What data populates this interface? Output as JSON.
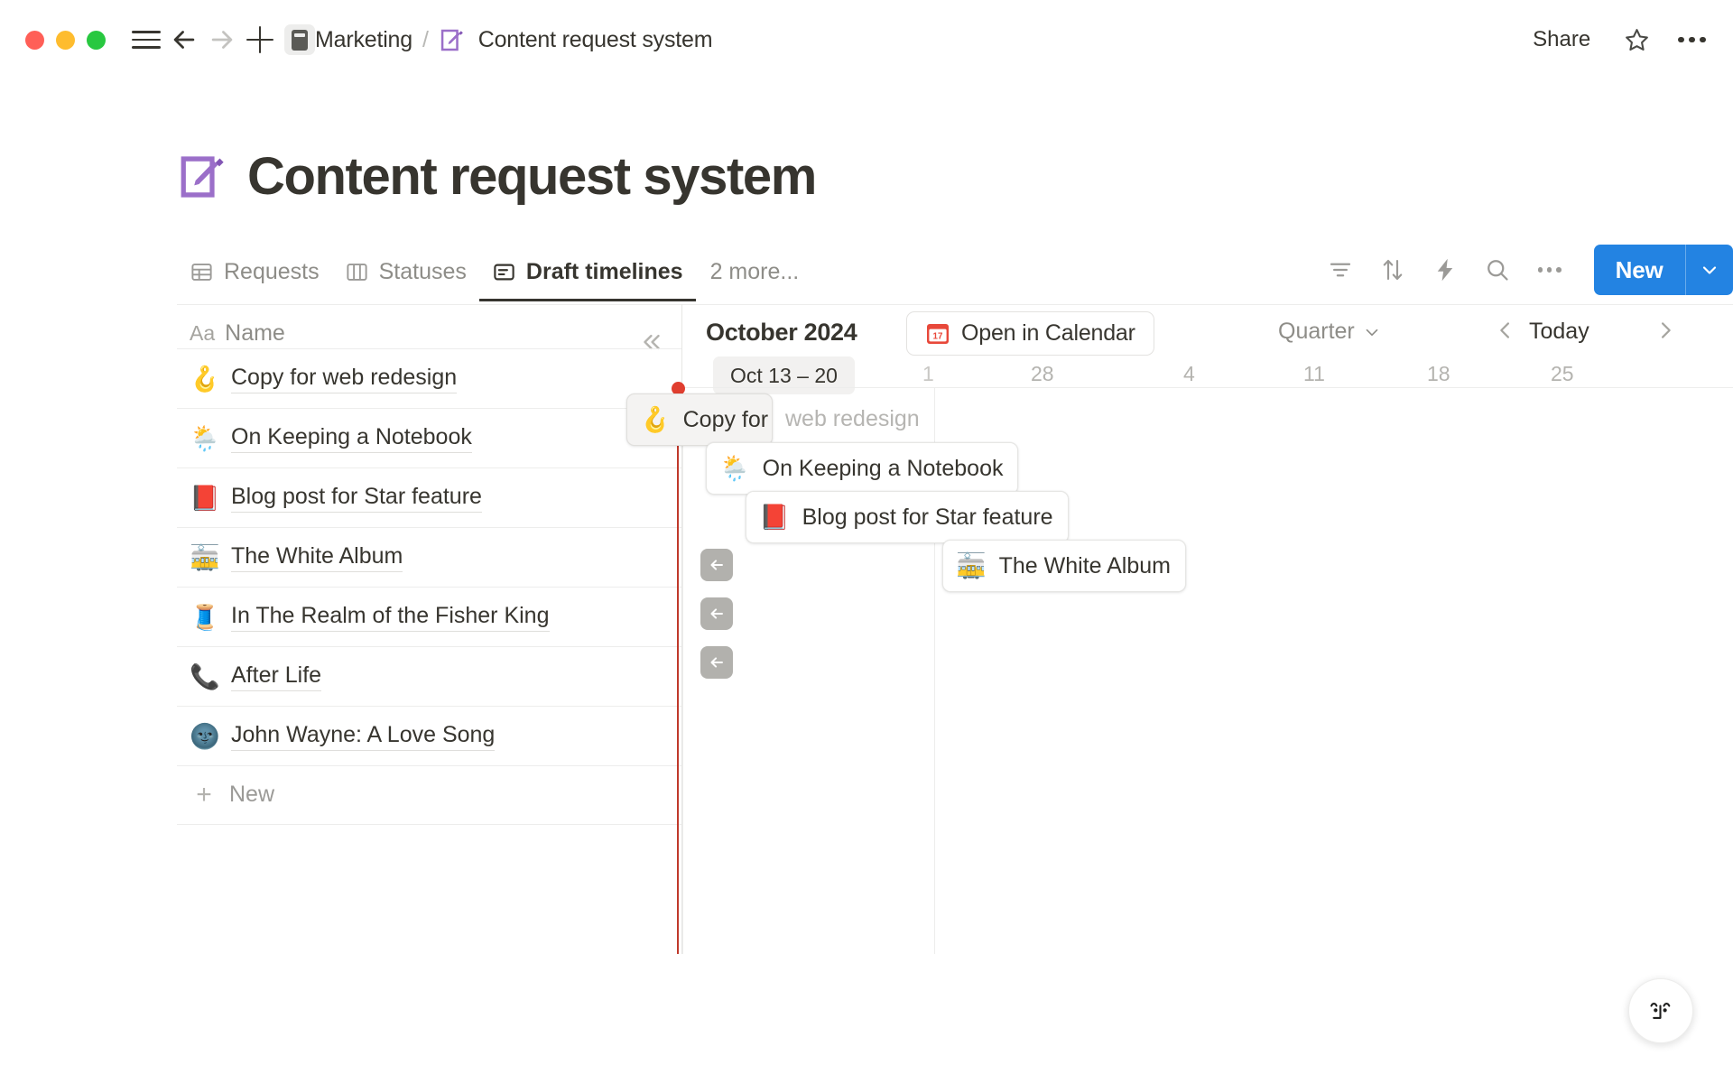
{
  "window": {
    "traffic_lights": [
      "close",
      "minimize",
      "zoom"
    ],
    "breadcrumb": {
      "workspace": "Marketing",
      "separator": "/",
      "page": "Content request system"
    },
    "share_label": "Share"
  },
  "page": {
    "title": "Content request system",
    "emoji": "memo"
  },
  "tabs": {
    "items": [
      {
        "label": "Requests",
        "icon": "table-icon",
        "active": false
      },
      {
        "label": "Statuses",
        "icon": "board-icon",
        "active": false
      },
      {
        "label": "Draft timelines",
        "icon": "timeline-icon",
        "active": true
      }
    ],
    "more_label": "2 more..."
  },
  "toolbar": {
    "filter_icon": "filter-icon",
    "sort_icon": "sort-icon",
    "automation_icon": "lightning-icon",
    "search_icon": "search-icon",
    "more_icon": "more-horizontal-icon",
    "new_label": "New",
    "new_caret_icon": "chevron-down-icon",
    "accent_color": "#2383E2"
  },
  "table": {
    "column_header": "Name",
    "column_type_glyph": "Aa",
    "collapse_icon": "chevrons-left-icon",
    "new_row_label": "New",
    "rows": [
      {
        "emoji": "🪝",
        "name": "Copy for web redesign"
      },
      {
        "emoji": "🌦️",
        "name": "On Keeping a Notebook"
      },
      {
        "emoji": "📕",
        "name": "Blog post for Star feature"
      },
      {
        "emoji": "🚋",
        "name": "The White Album"
      },
      {
        "emoji": "🧵",
        "name": "In The Realm of the Fisher King"
      },
      {
        "emoji": "📞",
        "name": "After Life"
      },
      {
        "emoji": "🌚",
        "name": "John Wayne: A Love Song"
      }
    ]
  },
  "timeline": {
    "month_label": "October 2024",
    "open_calendar_label": "Open in Calendar",
    "calendar_icon": "calendar-17-icon",
    "zoom_level": "Quarter",
    "zoom_caret_icon": "chevron-down-icon",
    "prev_icon": "chevron-left-icon",
    "today_label": "Today",
    "next_icon": "chevron-right-icon",
    "range_pill": "Oct 13 – 20",
    "ticks": [
      "1",
      "28",
      "4",
      "11",
      "18",
      "25"
    ],
    "today_marker_color": "#C0392B",
    "bars": [
      {
        "emoji": "🪝",
        "label": "Copy for web redesign",
        "state": "dragging",
        "visible_text": "Copy for"
      },
      {
        "emoji": "🌦️",
        "label": "On Keeping a Notebook",
        "state": "normal"
      },
      {
        "emoji": "📕",
        "label": "Blog post for Star feature",
        "state": "normal"
      },
      {
        "emoji": "🚋",
        "label": "The White Album",
        "state": "normal"
      }
    ],
    "ghost_label": "web redesign",
    "offscreen_markers": [
      {
        "icon": "arrow-left-icon",
        "row": "In The Realm of the Fisher King"
      },
      {
        "icon": "arrow-left-icon",
        "row": "After Life"
      },
      {
        "icon": "arrow-left-icon",
        "row": "John Wayne: A Love Song"
      }
    ]
  },
  "help": {
    "icon": "assistant-face-icon"
  }
}
